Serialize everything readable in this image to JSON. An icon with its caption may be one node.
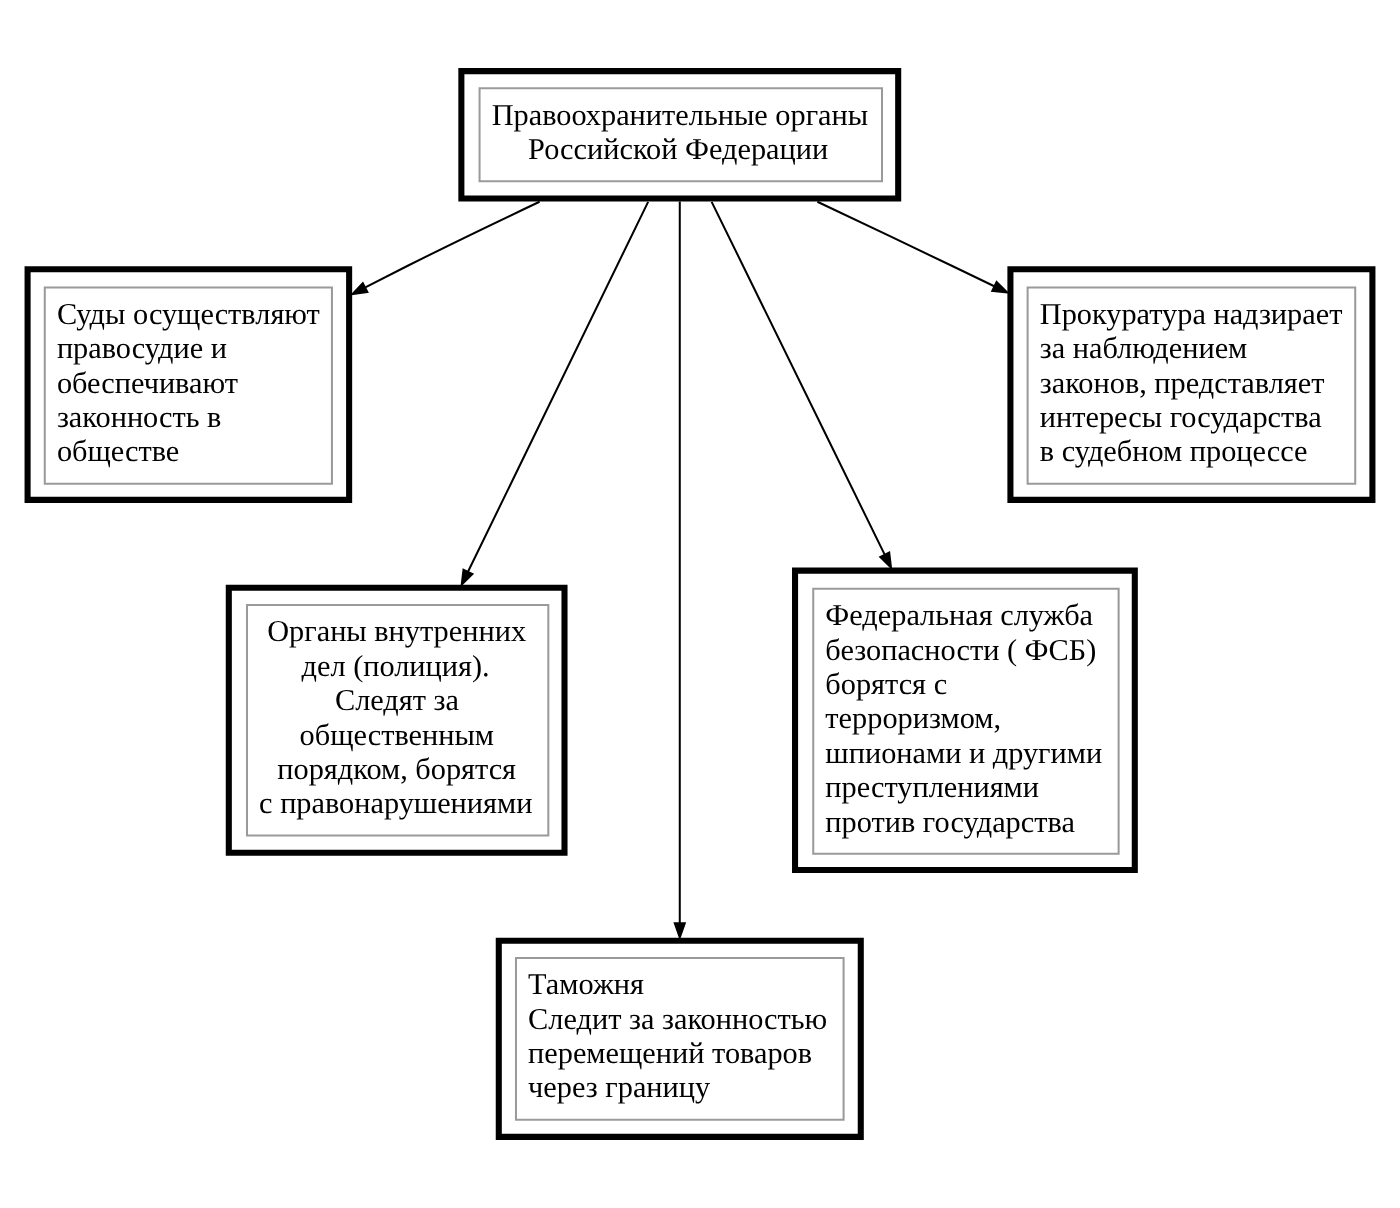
{
  "diagram": {
    "nodes": [
      {
        "text": [
          "Правоохранительные органы Российской Федерации"
        ]
      },
      {
        "text": [
          "Суды осуществляют правосудие и обеспечивают законность в обществе"
        ]
      },
      {
        "text": [
          "Прокуратура надзирает за наблюдением законов, представляет интересы государства в судебном процессе"
        ]
      },
      {
        "text": [
          "Органы внутренних дел (полиция). Следят за общественным порядком, борятся с правонарушениями"
        ]
      },
      {
        "text": [
          "Федеральная служба безопасности ( ФСБ) борятся с терроризмом, шпионами и другими преступлениями против государства"
        ]
      },
      {
        "text": [
          "Таможня",
          "Следит за законностью перемещений товаров через границу"
        ]
      }
    ],
    "edges": [
      {
        "from": 0,
        "to": 1,
        "arrow": "to"
      },
      {
        "from": 0,
        "to": 3,
        "arrow": "to"
      },
      {
        "from": 0,
        "to": 5,
        "arrow": "to"
      },
      {
        "from": 0,
        "to": 4,
        "arrow": "to"
      },
      {
        "from": 0,
        "to": 2,
        "arrow": "to"
      }
    ]
  }
}
